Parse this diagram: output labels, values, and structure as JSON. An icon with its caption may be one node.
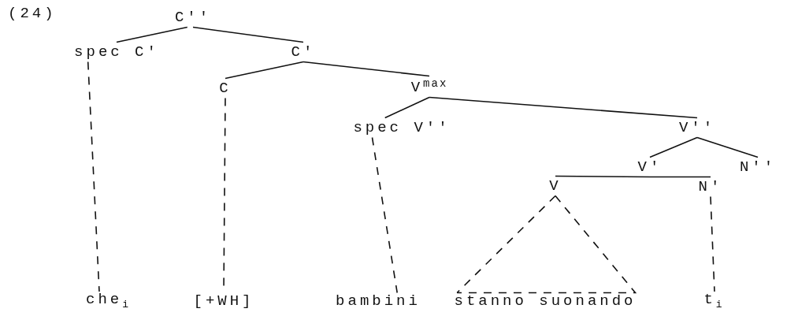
{
  "diagram": {
    "nodes": [
      {
        "text": [
          "C''"
        ]
      },
      {
        "text": [
          "spec C'"
        ]
      },
      {
        "text": [
          "C'"
        ]
      },
      {
        "text": [
          "C"
        ]
      },
      {
        "text": [
          "V$^{max}$"
        ]
      },
      {
        "text": [
          "spec V''"
        ]
      },
      {
        "text": [
          "V''"
        ]
      },
      {
        "text": [
          "V'"
        ]
      },
      {
        "text": [
          "N''"
        ]
      },
      {
        "text": [
          "V"
        ]
      },
      {
        "text": [
          "N'"
        ]
      },
      {
        "text": [
          "che$_{i}$"
        ]
      },
      {
        "text": [
          "[+WH]"
        ]
      },
      {
        "text": [
          "bambini"
        ]
      },
      {
        "text": [
          "stanno suonando"
        ]
      },
      {
        "text": [
          "t$_{i}$"
        ]
      }
    ],
    "edges": [
      {
        "from": 0,
        "to": 1,
        "arrow": "none"
      },
      {
        "from": 0,
        "to": 2,
        "arrow": "none"
      },
      {
        "from": 2,
        "to": 3,
        "arrow": "none"
      },
      {
        "from": 2,
        "to": 4,
        "arrow": "none"
      },
      {
        "from": 4,
        "to": 5,
        "arrow": "none"
      },
      {
        "from": 4,
        "to": 6,
        "arrow": "none"
      },
      {
        "from": 6,
        "to": 7,
        "arrow": "none"
      },
      {
        "from": 6,
        "to": 8,
        "arrow": "none"
      },
      {
        "from": 7,
        "to": 9,
        "arrow": "none"
      },
      {
        "from": 7,
        "to": 10,
        "arrow": "none"
      },
      {
        "from": 1,
        "to": 11,
        "arrow": "none",
        "style": "dashed"
      },
      {
        "from": 3,
        "to": 12,
        "arrow": "none",
        "style": "dashed"
      },
      {
        "from": 5,
        "to": 13,
        "arrow": "none",
        "style": "dashed"
      },
      {
        "from": 9,
        "to": 14,
        "arrow": "none",
        "style": "dashed"
      },
      {
        "from": 10,
        "to": 15,
        "arrow": "none",
        "style": "dashed"
      }
    ],
    "labels": [
      "(24)"
    ]
  }
}
